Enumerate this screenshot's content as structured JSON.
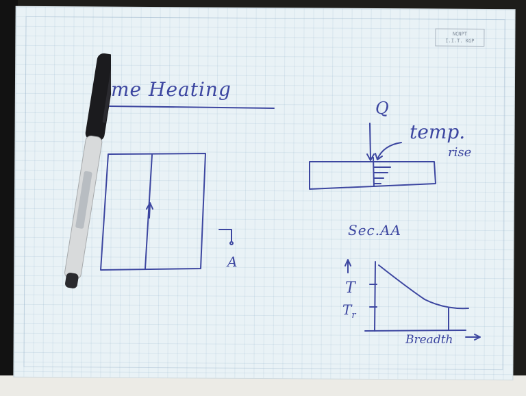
{
  "sheet": {
    "stamp_line1": "NCNPT",
    "stamp_line2": "I.I.T. KGP",
    "title": "me Heating",
    "flux_label": "Q",
    "temp_label": "temp.",
    "rise_label": "rise",
    "section_label": "Sec.AA",
    "section_mark": "A",
    "axis_t": "T",
    "axis_tr": "T",
    "axis_tr_sub": "r",
    "axis_x": "Breadth"
  },
  "colors": {
    "paper": "#e9f2f6",
    "ink": "#3c46a0",
    "marker_body": "#d8dadb",
    "marker_cap": "#1b1b1e"
  },
  "icons": {
    "marker": "marker-pen-icon"
  }
}
